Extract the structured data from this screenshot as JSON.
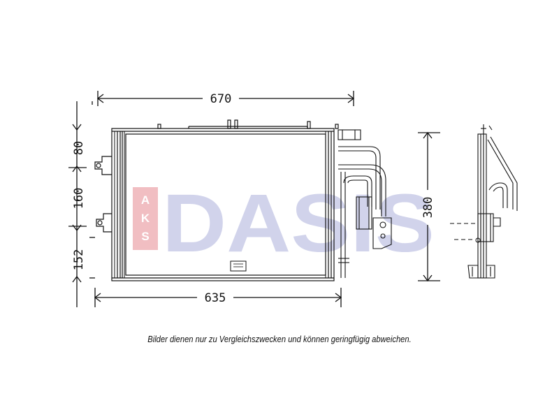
{
  "drawing": {
    "dim_width_top": "670",
    "dim_width_bottom": "635",
    "dim_height_right": "380",
    "dim_left_upper": "80",
    "dim_left_middle": "160",
    "dim_left_lower": "152"
  },
  "watermark": {
    "brand_small": "AKS",
    "brand_large": "DASIS",
    "brand_small_color": "#e9a0a6",
    "brand_large_color": "#c9cce8"
  },
  "caption": "Bilder dienen nur zu Vergleichszwecken und können geringfügig abweichen."
}
